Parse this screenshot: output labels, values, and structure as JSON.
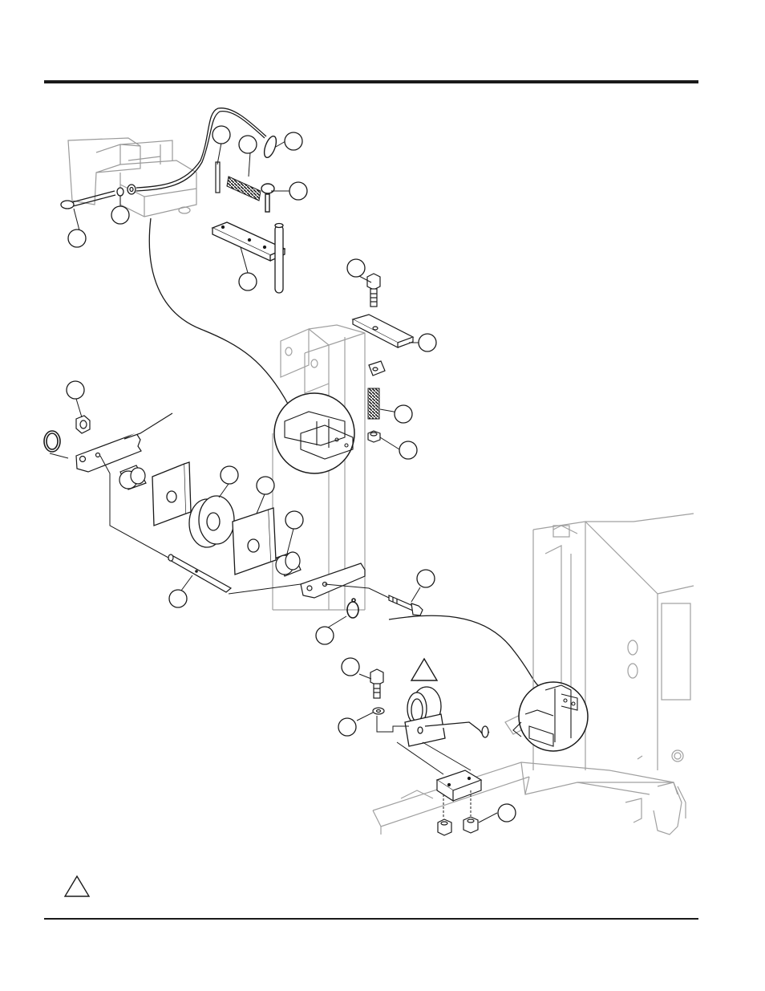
{
  "page": {
    "title": "",
    "footer_text": ""
  },
  "callouts": [
    {
      "id": "c1",
      "label": ""
    },
    {
      "id": "c2",
      "label": ""
    },
    {
      "id": "c3",
      "label": ""
    },
    {
      "id": "c4",
      "label": ""
    },
    {
      "id": "c5",
      "label": ""
    },
    {
      "id": "c6",
      "label": ""
    },
    {
      "id": "c7",
      "label": ""
    },
    {
      "id": "c8",
      "label": ""
    },
    {
      "id": "c9",
      "label": ""
    },
    {
      "id": "c10",
      "label": ""
    },
    {
      "id": "c11",
      "label": ""
    },
    {
      "id": "c12",
      "label": ""
    },
    {
      "id": "c13",
      "label": ""
    },
    {
      "id": "c14",
      "label": ""
    },
    {
      "id": "c15",
      "label": ""
    },
    {
      "id": "c16",
      "label": ""
    },
    {
      "id": "c17",
      "label": ""
    },
    {
      "id": "c18",
      "label": ""
    },
    {
      "id": "c19",
      "label": ""
    },
    {
      "id": "c20",
      "label": ""
    },
    {
      "id": "c21",
      "label": ""
    },
    {
      "id": "c22",
      "label": ""
    }
  ],
  "warning_triangles": [
    {
      "id": "t1",
      "label": ""
    },
    {
      "id": "t2",
      "label": ""
    }
  ]
}
